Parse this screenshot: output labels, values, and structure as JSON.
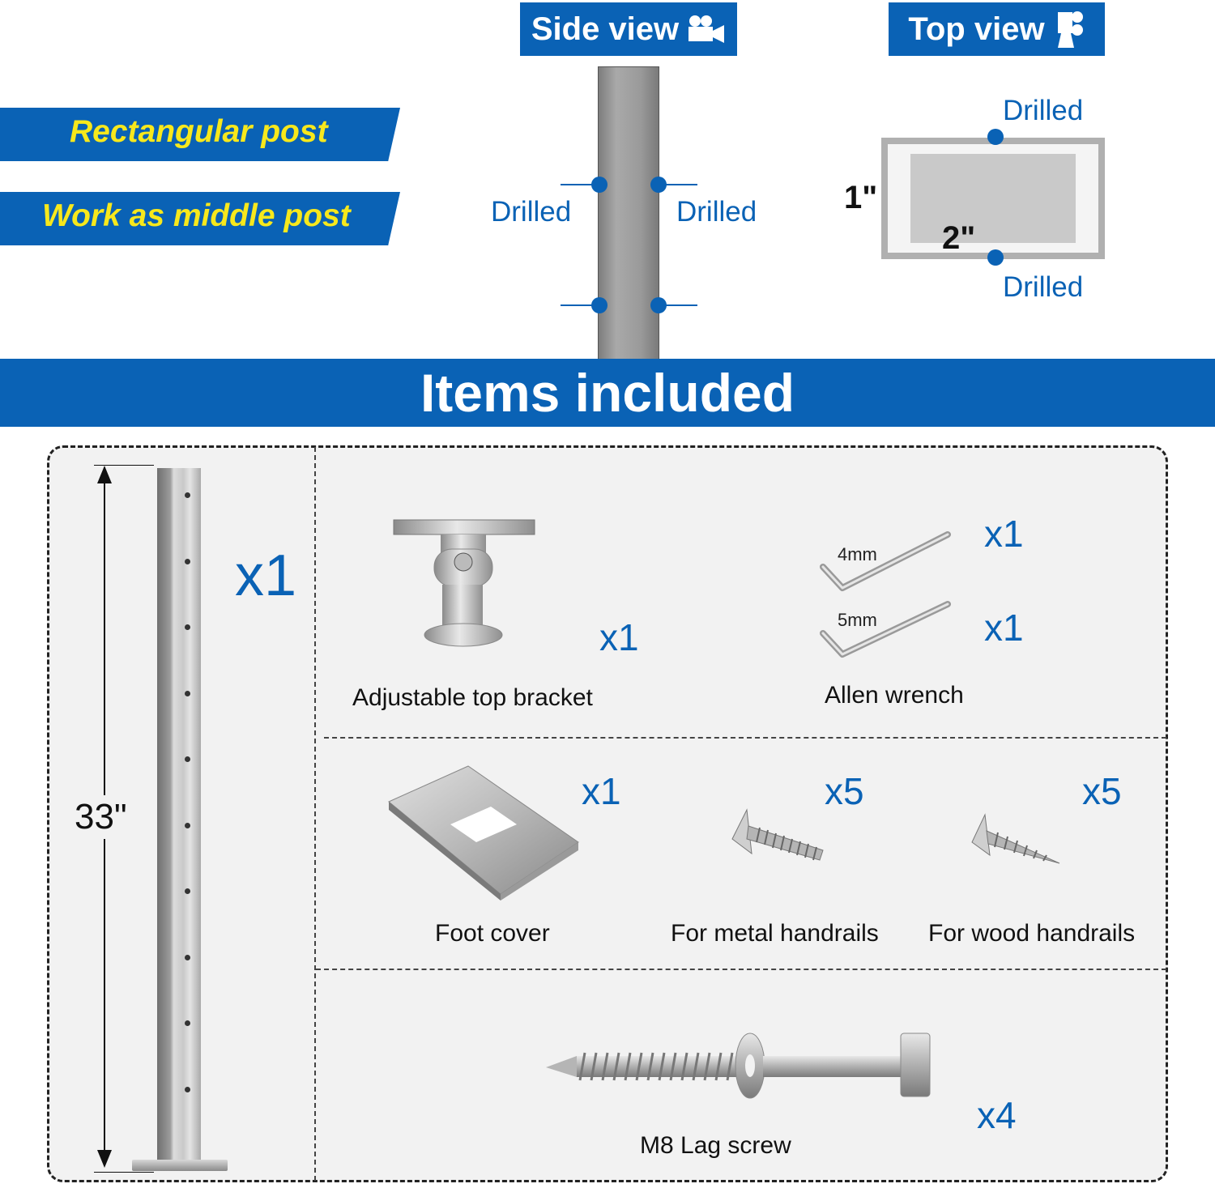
{
  "views": {
    "side_label": "Side view",
    "top_label": "Top view",
    "drilled": "Drilled",
    "dim_short": "1\"",
    "dim_long": "2\""
  },
  "features": [
    "Rectangular post",
    "Work as middle post"
  ],
  "banner": "Items included",
  "post": {
    "height": "33\"",
    "qty": "x1"
  },
  "items": {
    "bracket": {
      "label": "Adjustable top bracket",
      "qty": "x1"
    },
    "wrench": {
      "label": "Allen wrench",
      "size_a": "4mm",
      "size_b": "5mm",
      "qty_a": "x1",
      "qty_b": "x1"
    },
    "foot_cover": {
      "label": "Foot cover",
      "qty": "x1"
    },
    "metal_screw": {
      "label": "For metal handrails",
      "qty": "x5"
    },
    "wood_screw": {
      "label": "For wood handrails",
      "qty": "x5"
    },
    "lag_screw": {
      "label": "M8 Lag screw",
      "qty": "x4"
    }
  },
  "colors": {
    "brand_blue": "#0a62b5",
    "ribbon_text": "#f7e81c",
    "steel": "#a8a8a8"
  }
}
